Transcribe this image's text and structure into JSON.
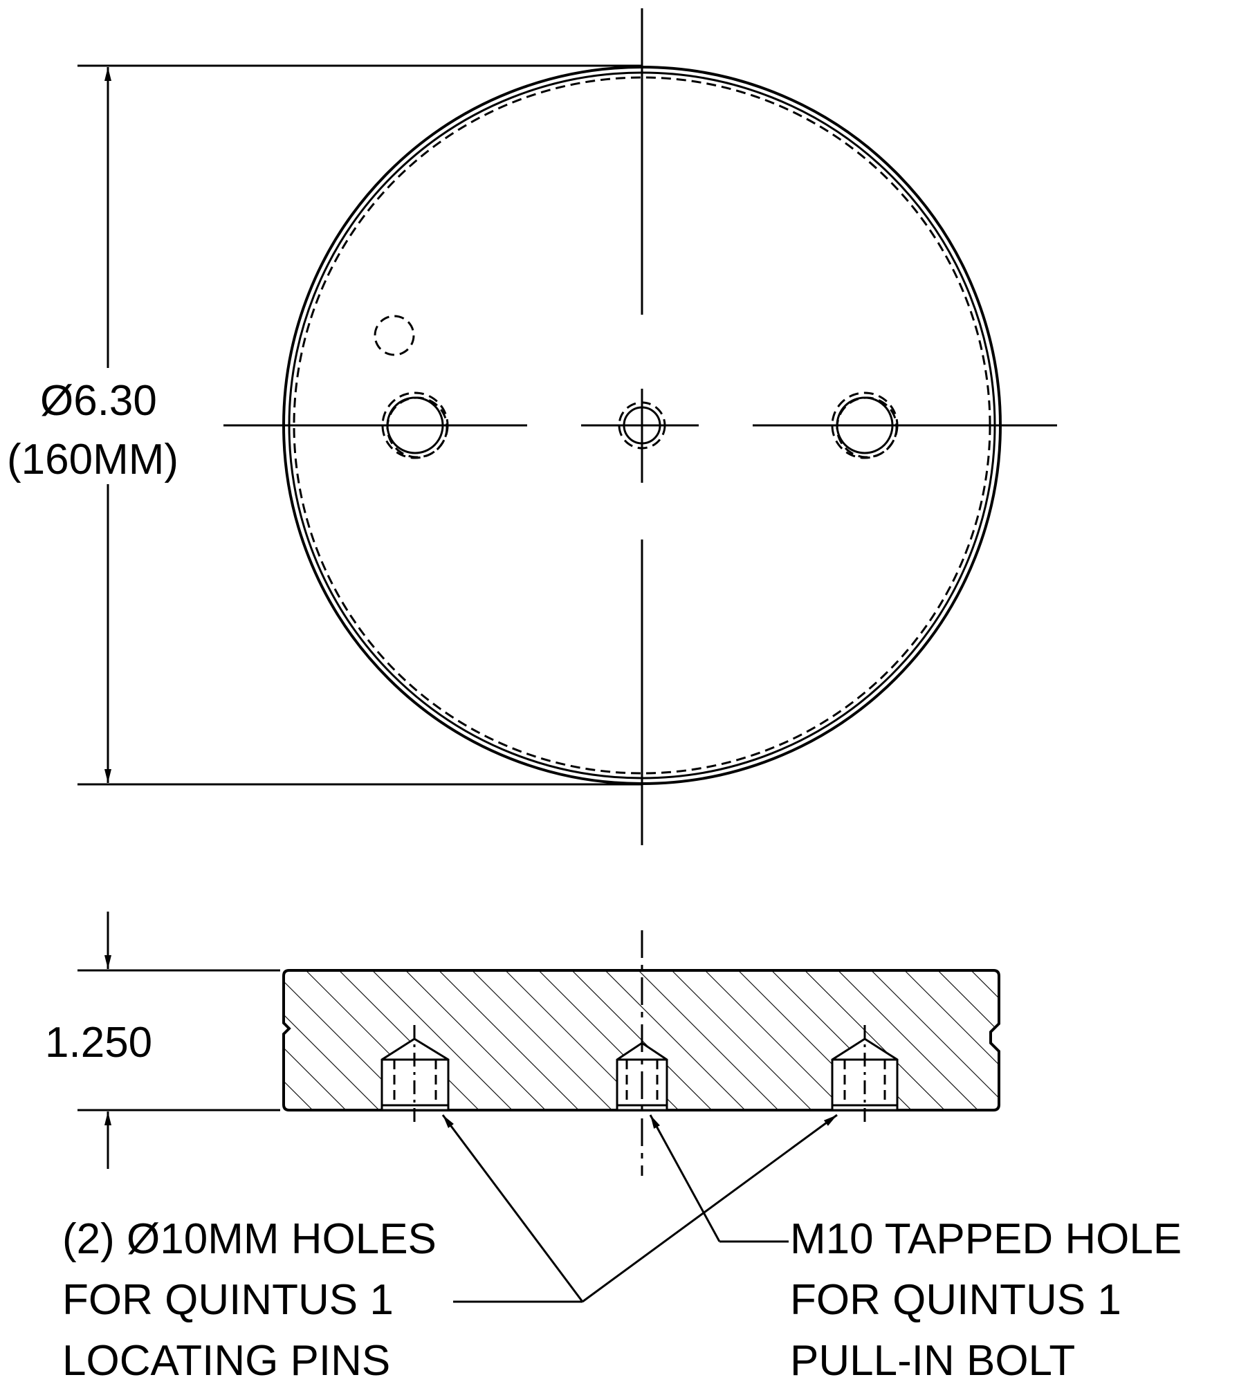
{
  "top_view": {
    "diameter_label": "Ø6.30",
    "diameter_mm_label": "(160MM)"
  },
  "side_view": {
    "thickness_label": "1.250"
  },
  "callouts": {
    "pin_holes": [
      "(2) Ø10MM HOLES",
      "FOR QUINTUS 1",
      "LOCATING PINS"
    ],
    "tapped_hole": [
      "M10 TAPPED HOLE",
      "FOR QUINTUS 1",
      "PULL-IN BOLT"
    ]
  }
}
